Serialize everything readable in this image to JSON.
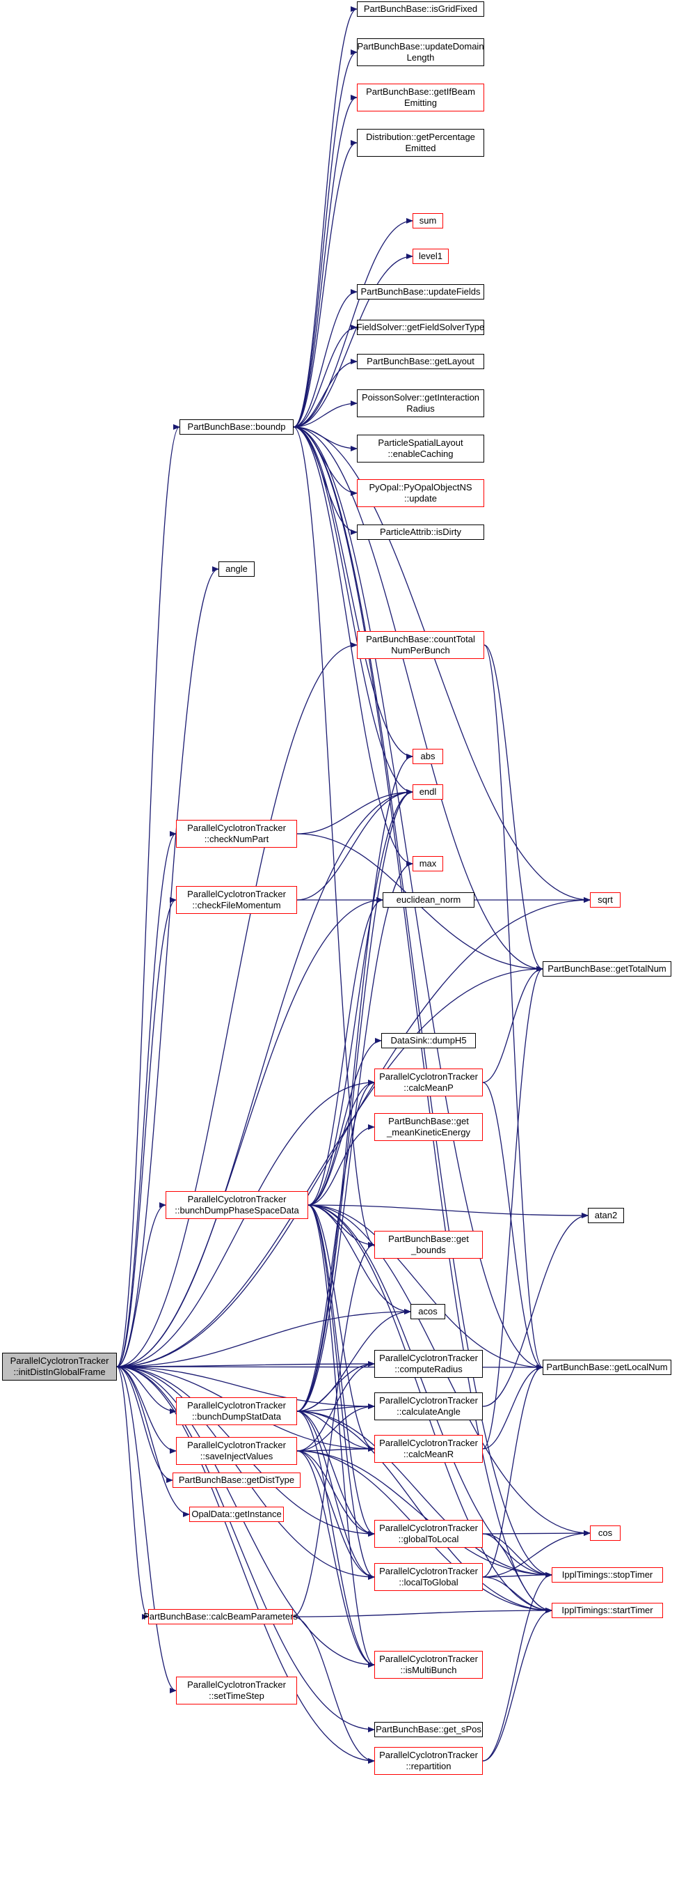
{
  "colors": {
    "edge": "#191970",
    "node_border": "#000000",
    "link_border": "#ff0000",
    "root_fill": "#bfbfbf"
  },
  "nodes": {
    "root": "ParallelCyclotronTracker\n::initDistInGlobalFrame",
    "isGridFixed": "PartBunchBase::isGridFixed",
    "updateDomainLength": "PartBunchBase::updateDomain\nLength",
    "getIfBeamEmitting": "PartBunchBase::getIfBeam\nEmitting",
    "getPercentageEmitted": "Distribution::getPercentage\nEmitted",
    "sum": "sum",
    "level1": "level1",
    "updateFields": "PartBunchBase::updateFields",
    "getFieldSolverType": "FieldSolver::getFieldSolverType",
    "getLayout": "PartBunchBase::getLayout",
    "getInteractionRadius": "PoissonSolver::getInteraction\nRadius",
    "enableCaching": "ParticleSpatialLayout\n::enableCaching",
    "pyUpdate": "PyOpal::PyOpalObjectNS\n::update",
    "isDirty": "ParticleAttrib::isDirty",
    "boundp": "PartBunchBase::boundp",
    "angle": "angle",
    "countTotalNumPerBunch": "PartBunchBase::countTotal\nNumPerBunch",
    "abs": "abs",
    "endl": "endl",
    "checkNumPart": "ParallelCyclotronTracker\n::checkNumPart",
    "max": "max",
    "checkFileMomentum": "ParallelCyclotronTracker\n::checkFileMomentum",
    "euclideanNorm": "euclidean_norm",
    "sqrt": "sqrt",
    "getTotalNum": "PartBunchBase::getTotalNum",
    "dumpH5": "DataSink::dumpH5",
    "calcMeanP": "ParallelCyclotronTracker\n::calcMeanP",
    "getMeanKineticEnergy": "PartBunchBase::get\n_meanKineticEnergy",
    "bunchDumpPhaseSpaceData": "ParallelCyclotronTracker\n::bunchDumpPhaseSpaceData",
    "atan2": "atan2",
    "getBounds": "PartBunchBase::get\n_bounds",
    "acos": "acos",
    "getLocalNum": "PartBunchBase::getLocalNum",
    "bunchDumpStatData": "ParallelCyclotronTracker\n::bunchDumpStatData",
    "computeRadius": "ParallelCyclotronTracker\n::computeRadius",
    "calculateAngle": "ParallelCyclotronTracker\n::calculateAngle",
    "saveInjectValues": "ParallelCyclotronTracker\n::saveInjectValues",
    "calcMeanR": "ParallelCyclotronTracker\n::calcMeanR",
    "getDistType": "PartBunchBase::getDistType",
    "getInstance": "OpalData::getInstance",
    "globalToLocal": "ParallelCyclotronTracker\n::globalToLocal",
    "cos": "cos",
    "stopTimer": "IpplTimings::stopTimer",
    "localToGlobal": "ParallelCyclotronTracker\n::localToGlobal",
    "startTimer": "IpplTimings::startTimer",
    "calcBeamParameters": "PartBunchBase::calcBeamParameters",
    "isMultiBunch": "ParallelCyclotronTracker\n::isMultiBunch",
    "setTimeStep": "ParallelCyclotronTracker\n::setTimeStep",
    "getSPos": "PartBunchBase::get_sPos",
    "repartition": "ParallelCyclotronTracker\n::repartition"
  }
}
